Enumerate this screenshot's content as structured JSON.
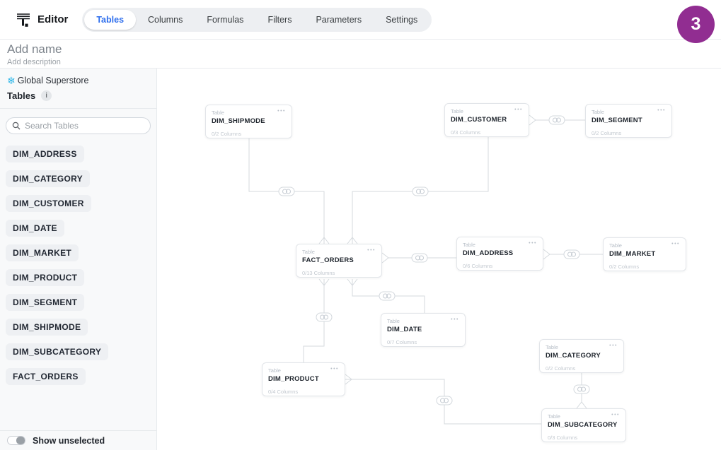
{
  "app": {
    "title": "Editor",
    "badge_count": "3",
    "badge_color": "#912d91",
    "accent_blue": "#2f6fed"
  },
  "nav": {
    "tabs": [
      {
        "label": "Tables",
        "selected": true
      },
      {
        "label": "Columns",
        "selected": false
      },
      {
        "label": "Formulas",
        "selected": false
      },
      {
        "label": "Filters",
        "selected": false
      },
      {
        "label": "Parameters",
        "selected": false
      },
      {
        "label": "Settings",
        "selected": false
      }
    ]
  },
  "subheader": {
    "name_placeholder": "Add name",
    "description_placeholder": "Add description"
  },
  "sidebar": {
    "source_name": "Global Superstore",
    "source_icon": "snowflake-icon",
    "source_icon_color": "#29b5e8",
    "section_title": "Tables",
    "info_glyph": "i",
    "search_placeholder": "Search Tables",
    "tables": [
      "DIM_ADDRESS",
      "DIM_CATEGORY",
      "DIM_CUSTOMER",
      "DIM_DATE",
      "DIM_MARKET",
      "DIM_PRODUCT",
      "DIM_SEGMENT",
      "DIM_SHIPMODE",
      "DIM_SUBCATEGORY",
      "FACT_ORDERS"
    ],
    "footer_toggle": {
      "label": "Show unselected",
      "state": "off"
    }
  },
  "diagram": {
    "node_menu_glyph": "•••",
    "nodes": [
      {
        "id": "DIM_SHIPMODE",
        "type_label": "Table",
        "name": "DIM_SHIPMODE",
        "columns": "0/2 Columns"
      },
      {
        "id": "DIM_CUSTOMER",
        "type_label": "Table",
        "name": "DIM_CUSTOMER",
        "columns": "0/3 Columns"
      },
      {
        "id": "DIM_SEGMENT",
        "type_label": "Table",
        "name": "DIM_SEGMENT",
        "columns": "0/2 Columns"
      },
      {
        "id": "FACT_ORDERS",
        "type_label": "Table",
        "name": "FACT_ORDERS",
        "columns": "0/13 Columns"
      },
      {
        "id": "DIM_ADDRESS",
        "type_label": "Table",
        "name": "DIM_ADDRESS",
        "columns": "0/6 Columns"
      },
      {
        "id": "DIM_MARKET",
        "type_label": "Table",
        "name": "DIM_MARKET",
        "columns": "0/2 Columns"
      },
      {
        "id": "DIM_DATE",
        "type_label": "Table",
        "name": "DIM_DATE",
        "columns": "0/7 Columns"
      },
      {
        "id": "DIM_CATEGORY",
        "type_label": "Table",
        "name": "DIM_CATEGORY",
        "columns": "0/2 Columns"
      },
      {
        "id": "DIM_PRODUCT",
        "type_label": "Table",
        "name": "DIM_PRODUCT",
        "columns": "0/4 Columns"
      },
      {
        "id": "DIM_SUBCATEGORY",
        "type_label": "Table",
        "name": "DIM_SUBCATEGORY",
        "columns": "0/3 Columns"
      }
    ],
    "edges": [
      {
        "from": "DIM_SHIPMODE",
        "to": "FACT_ORDERS",
        "many_side": "FACT_ORDERS"
      },
      {
        "from": "DIM_CUSTOMER",
        "to": "FACT_ORDERS",
        "many_side": "FACT_ORDERS"
      },
      {
        "from": "DIM_CUSTOMER",
        "to": "DIM_SEGMENT",
        "many_side": "DIM_CUSTOMER"
      },
      {
        "from": "FACT_ORDERS",
        "to": "DIM_ADDRESS",
        "many_side": "FACT_ORDERS"
      },
      {
        "from": "DIM_ADDRESS",
        "to": "DIM_MARKET",
        "many_side": "DIM_ADDRESS"
      },
      {
        "from": "FACT_ORDERS",
        "to": "DIM_PRODUCT",
        "many_side": "FACT_ORDERS"
      },
      {
        "from": "FACT_ORDERS",
        "to": "DIM_DATE",
        "many_side": "FACT_ORDERS"
      },
      {
        "from": "DIM_PRODUCT",
        "to": "DIM_SUBCATEGORY",
        "many_side": "DIM_PRODUCT"
      },
      {
        "from": "DIM_CATEGORY",
        "to": "DIM_SUBCATEGORY",
        "many_side": "DIM_SUBCATEGORY"
      }
    ]
  }
}
